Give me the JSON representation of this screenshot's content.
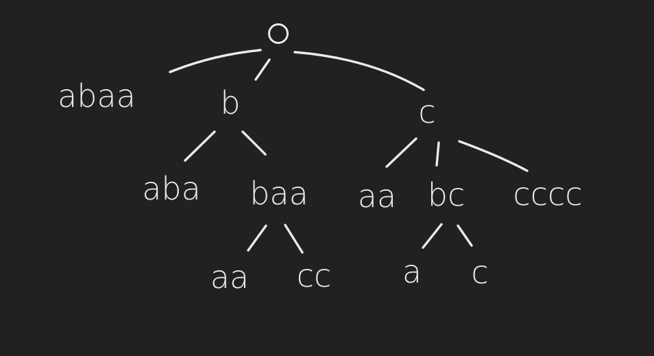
{
  "root": {
    "label": "0"
  },
  "level1": {
    "left": "abaa",
    "middle": "b",
    "right": "c"
  },
  "level2": {
    "b_left": "aba",
    "b_right": "baa",
    "c_left": "aa",
    "c_middle": "bc",
    "c_right": "cccc"
  },
  "level3": {
    "baa_left": "aa",
    "baa_right": "cc",
    "bc_left": "a",
    "bc_right": "c"
  },
  "colors": {
    "background": "#222121",
    "ink": "#ecebe6"
  }
}
